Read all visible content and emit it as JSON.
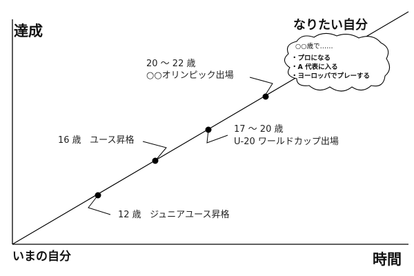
{
  "axes": {
    "y_label": "達成",
    "x_label": "時間",
    "origin_label": "いまの自分",
    "goal_label": "なりたい自分"
  },
  "milestones": [
    {
      "age": "12 歳",
      "event": "ジュニアユース昇格"
    },
    {
      "age": "16 歳",
      "event": "ユース昇格"
    },
    {
      "age": "17 ～ 20 歳",
      "event": "U-20 ワールドカップ出場"
    },
    {
      "age": "20 ～ 22 歳",
      "event": "○○オリンピック出場"
    }
  ],
  "cloud": {
    "heading": "○○歳で……",
    "items": [
      "・プロになる",
      "・A 代表に入る",
      "・ヨーロッパでプレーする"
    ]
  }
}
